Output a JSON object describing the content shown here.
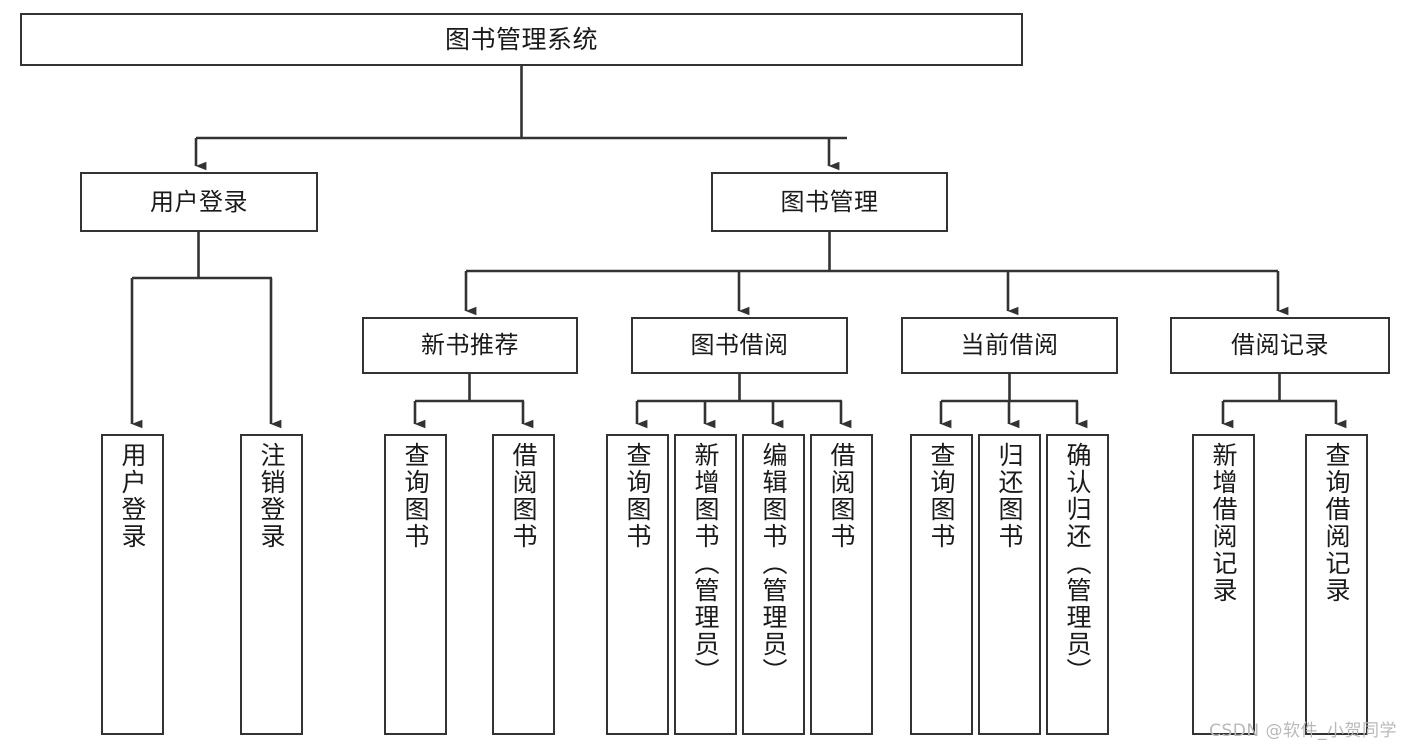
{
  "diagram": {
    "title": "图书管理系统",
    "type": "功能结构图",
    "colors": {
      "box_border": "#333333",
      "box_fill": "#ffffff",
      "edge": "#333333",
      "text": "#1a1a1a",
      "watermark": "#b9b9b9",
      "background": "#ffffff"
    },
    "root": {
      "label": "图书管理系统"
    },
    "level2": [
      {
        "label": "用户登录"
      },
      {
        "label": "图书管理"
      }
    ],
    "level3": [
      {
        "label": "新书推荐"
      },
      {
        "label": "图书借阅"
      },
      {
        "label": "当前借阅"
      },
      {
        "label": "借阅记录"
      }
    ],
    "leaves": {
      "user_login": [
        {
          "label": "用户登录"
        },
        {
          "label": "注销登录"
        }
      ],
      "new_book_recommend": [
        {
          "label": "查询图书"
        },
        {
          "label": "借阅图书"
        }
      ],
      "book_borrow": [
        {
          "label": "查询图书"
        },
        {
          "label": "新增图书（管理员）"
        },
        {
          "label": "编辑图书（管理员）"
        },
        {
          "label": "借阅图书"
        }
      ],
      "current_borrow": [
        {
          "label": "查询图书"
        },
        {
          "label": "归还图书"
        },
        {
          "label": "确认归还（管理员）"
        }
      ],
      "borrow_record": [
        {
          "label": "新增借阅记录"
        },
        {
          "label": "查询借阅记录"
        }
      ]
    }
  },
  "watermark": {
    "text": "CSDN @软件_小贺同学"
  }
}
